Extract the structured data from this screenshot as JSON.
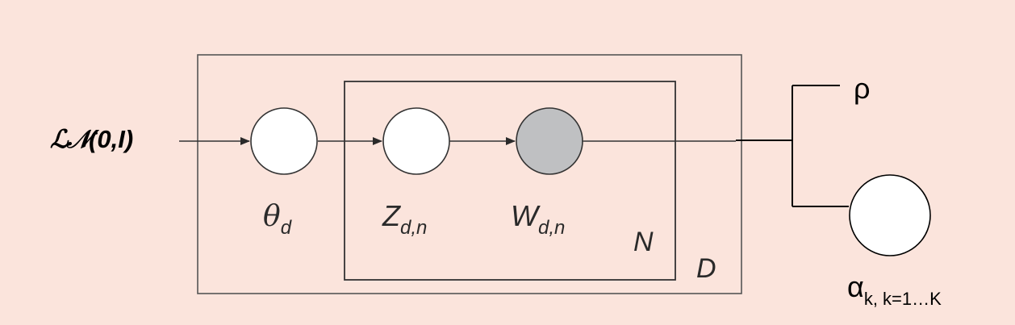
{
  "diagram": {
    "prior": {
      "script": "LN",
      "args": "(0,I)"
    },
    "nodes": {
      "theta": {
        "symbol": "θ",
        "sub": "d",
        "observed": false
      },
      "z": {
        "symbol": "Z",
        "sub": "d,n",
        "observed": false
      },
      "w": {
        "symbol": "W",
        "sub": "d,n",
        "observed": true
      },
      "alpha": {
        "symbol": "α",
        "sub": "k, k=1…K",
        "observed": false
      }
    },
    "rho": "ρ",
    "plates": {
      "outer": "D",
      "inner": "N"
    },
    "colors": {
      "background": "#fbe4dc",
      "stroke": "#2a2a2a",
      "observed_fill": "#bfc0c2",
      "latent_fill": "#ffffff"
    }
  }
}
